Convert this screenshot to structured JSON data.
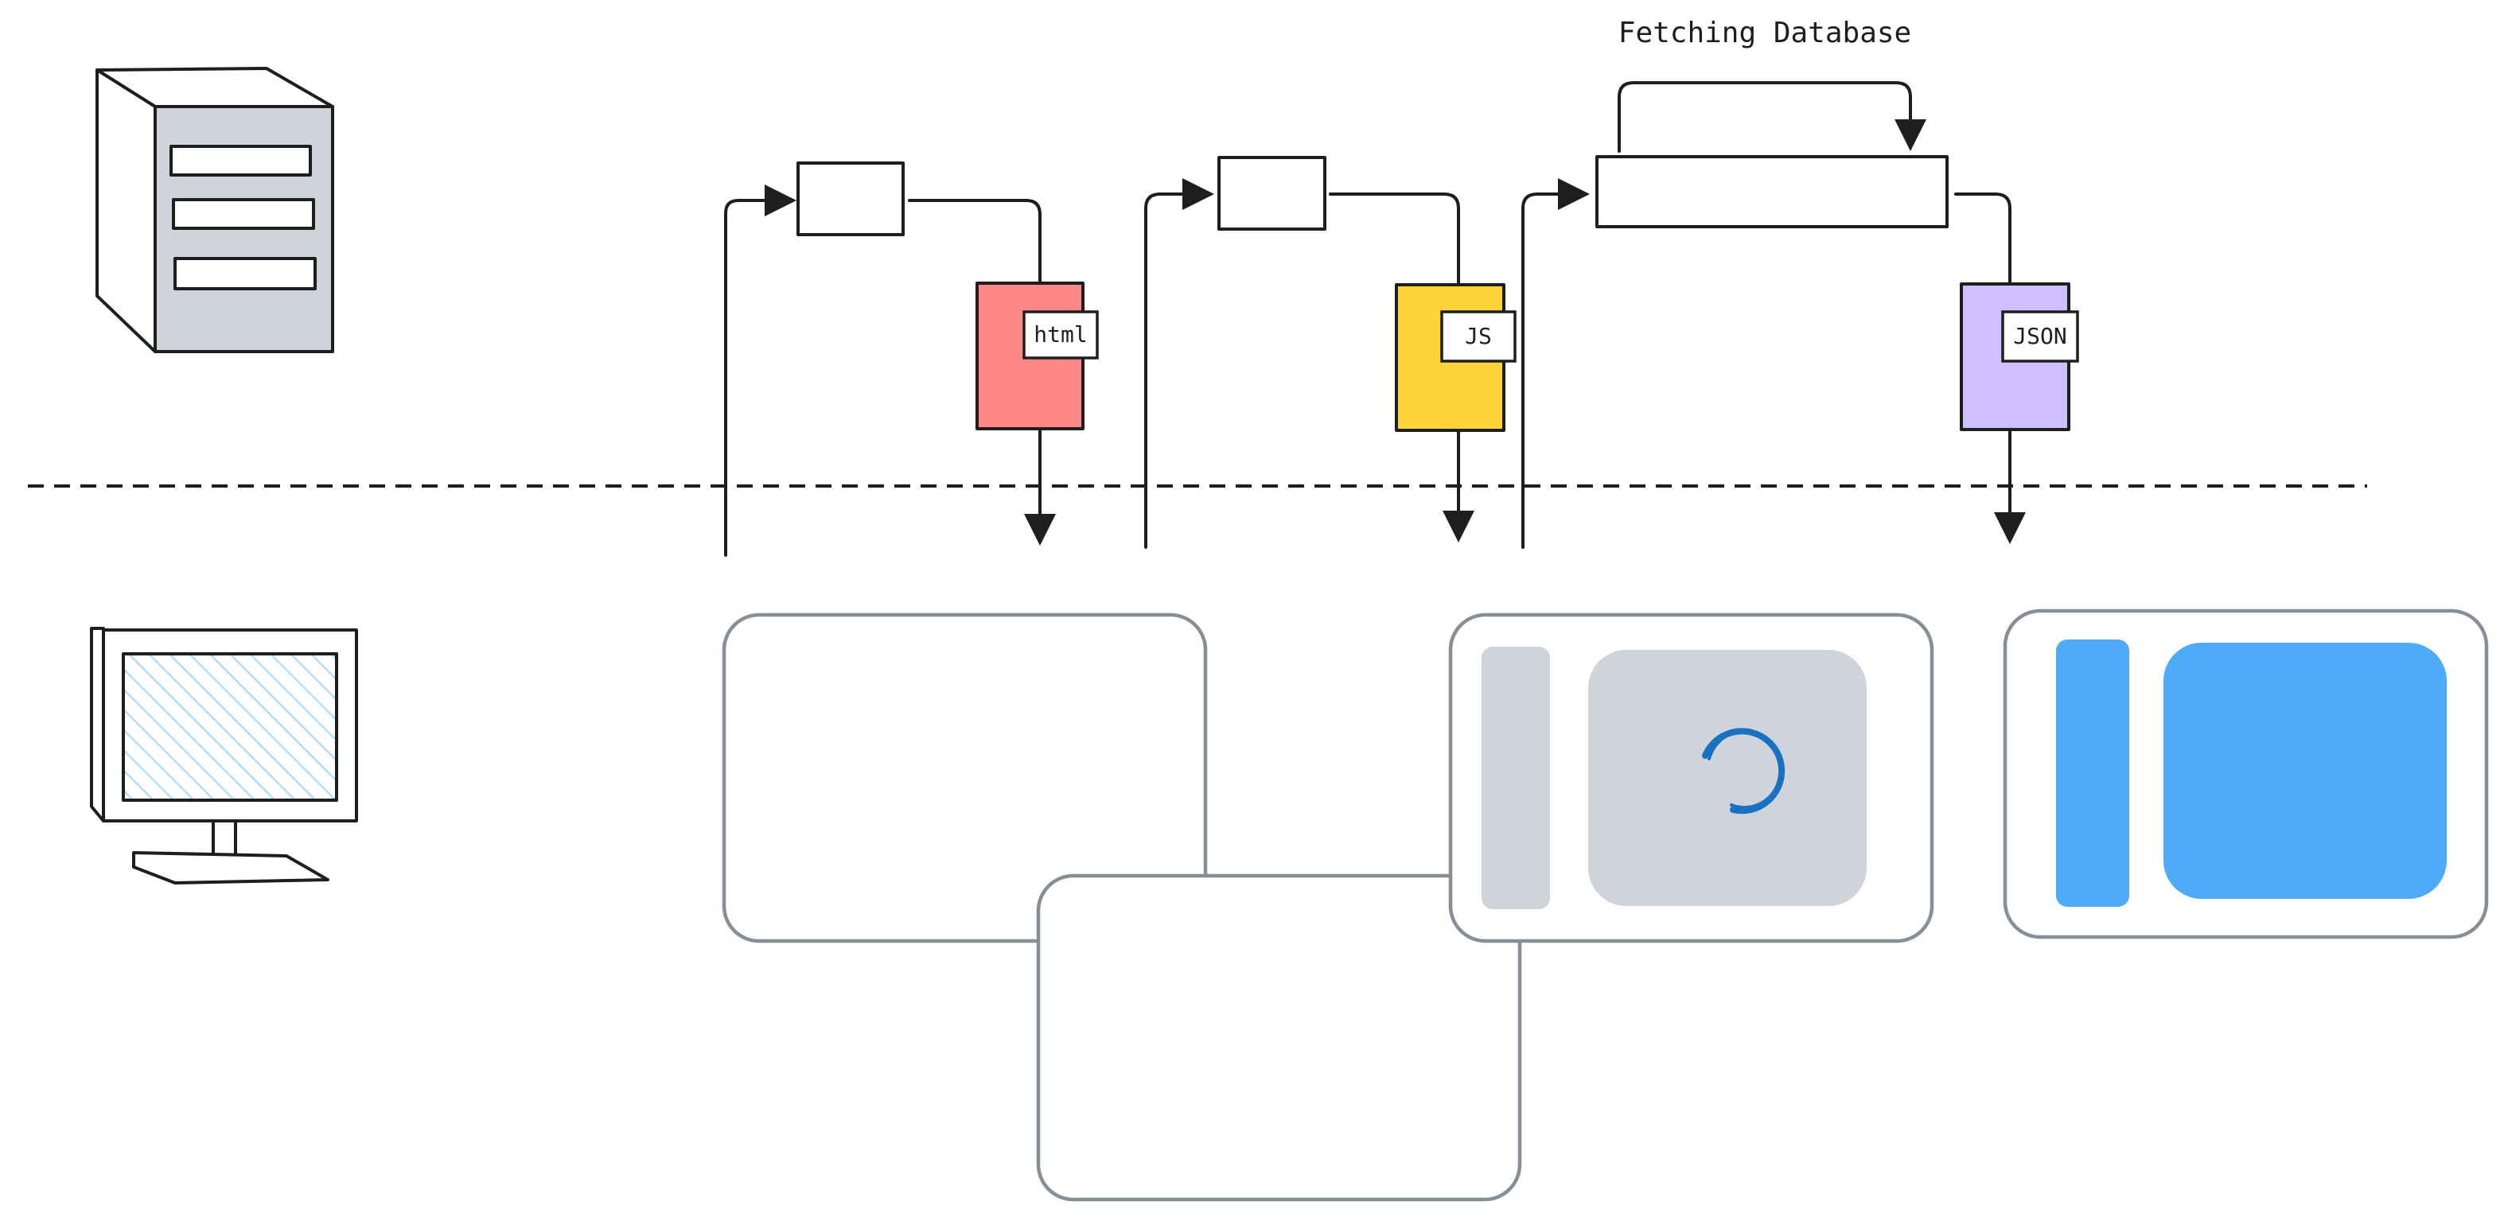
{
  "diagram": {
    "title": "Fetching Database",
    "tags": {
      "html": "html",
      "js": "JS",
      "json": "JSON"
    },
    "colors": {
      "ink": "#1e1e1e",
      "server_body": "#ced4da",
      "html_doc": "#ff8787",
      "js_doc": "#ffd43b",
      "json_doc": "#d0bfff",
      "loading_block": "#ced4da",
      "spinner": "#1971c2",
      "loaded_block": "#4dabf7",
      "screen_hatch": "#a5d8ff",
      "panel_border": "#868e96"
    },
    "icons": {
      "server": "server-icon",
      "client": "desktop-computer-icon",
      "loading": "loading-spinner-icon"
    }
  }
}
